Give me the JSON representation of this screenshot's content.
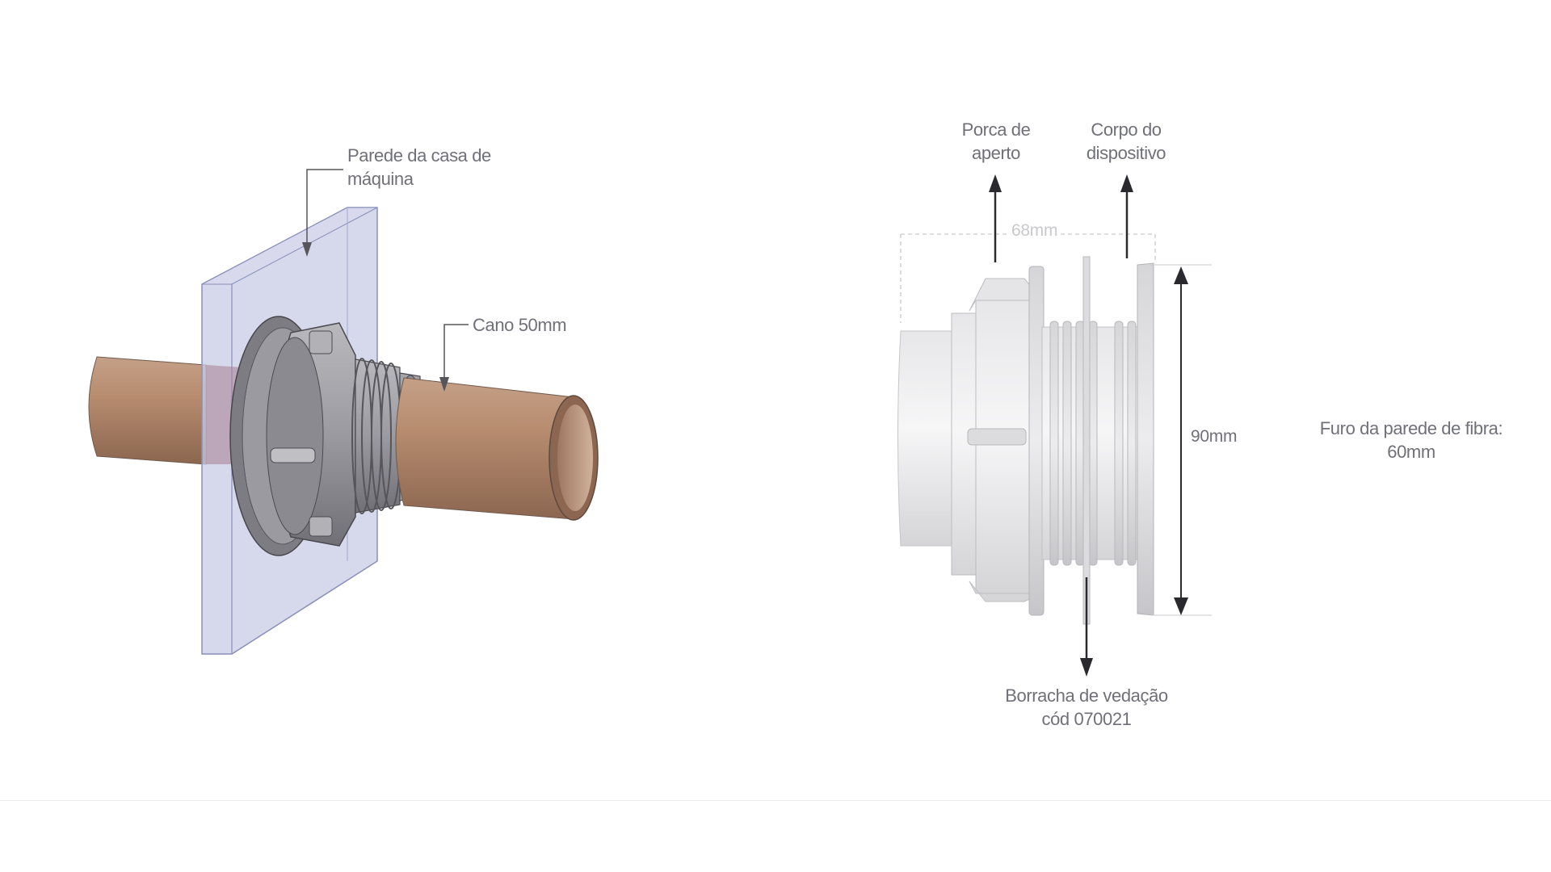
{
  "left_diagram": {
    "wall_label": [
      "Parede da casa de",
      "máquina"
    ],
    "pipe_label": "Cano 50mm"
  },
  "right_diagram": {
    "nut_label": [
      "Porca de",
      "aperto"
    ],
    "body_label": [
      "Corpo do",
      "dispositivo"
    ],
    "width_dimension": "68mm",
    "height_dimension": "90mm",
    "hole_label": [
      "Furo da parede de fibra:",
      "60mm"
    ],
    "seal_label": [
      "Borracha de vedação",
      "cód 070021"
    ]
  },
  "colors": {
    "label_text": "#707078",
    "pipe": "#b88d70",
    "wall_glass": "#c8cbe6",
    "fitting_grey": "#9a9aa0",
    "device_white": "#f0f0f1",
    "arrow": "#2a2a2e"
  }
}
